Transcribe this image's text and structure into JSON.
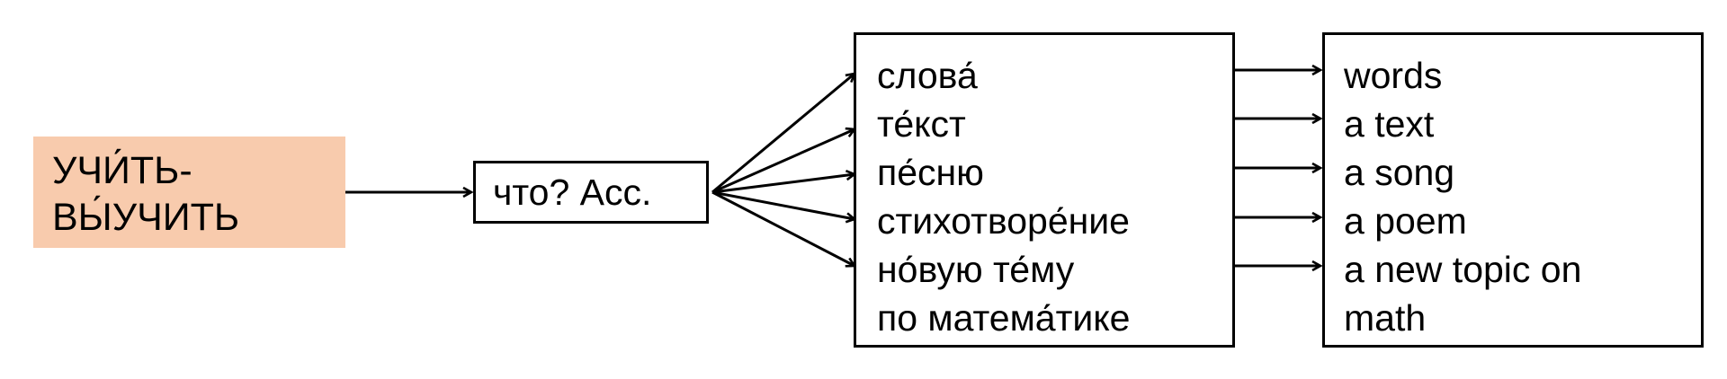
{
  "verb": {
    "line1": "УЧИ́ТЬ-",
    "line2": "ВЫ́УЧИТЬ",
    "fill_color": "#f8cbad"
  },
  "case_question": "что? Acc.",
  "objects": [
    "слова́",
    "те́кст",
    "пе́сню",
    "стихотворе́ние",
    "но́вую те́му",
    "по матема́тике"
  ],
  "translations": [
    "words",
    "a text",
    "a song",
    "a poem",
    "a new topic on",
    "math"
  ]
}
